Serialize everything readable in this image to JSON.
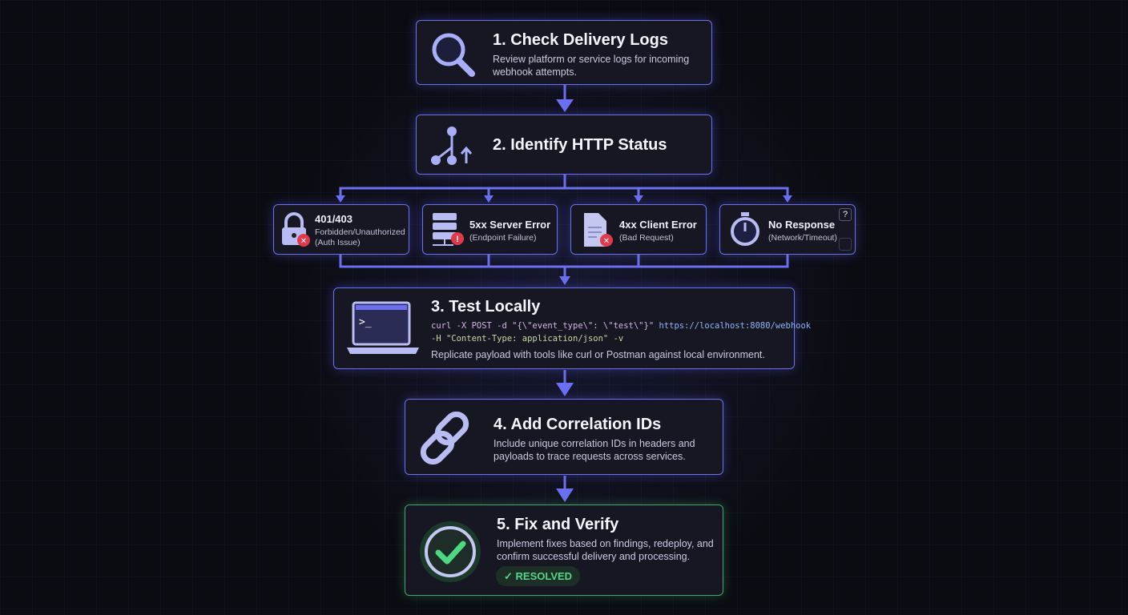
{
  "steps": [
    {
      "title": "1. Check Delivery Logs",
      "desc": "Review platform or service logs for incoming webhook attempts."
    },
    {
      "title": "2. Identify HTTP Status"
    },
    {
      "title": "3. Test Locally",
      "code_line1_cmd": "curl -X POST -d \"{\\\"event_type\\\": \\\"test\\\"}\"",
      "code_line1_url": "https://localhost:8080/webhook",
      "code_line2": "-H \"Content-Type: application/json\" -v",
      "desc": "Replicate payload with tools like curl or Postman against local environment."
    },
    {
      "title": "4. Add Correlation IDs",
      "desc": "Include unique correlation IDs in headers and payloads to trace requests across services."
    },
    {
      "title": "5. Fix and Verify",
      "desc": "Implement fixes based on findings, redeploy, and confirm successful delivery and processing.",
      "badge": "✓ RESOLVED"
    }
  ],
  "statuses": [
    {
      "title": "401/403",
      "desc1": "Forbidden/Unauthorized",
      "desc2": "(Auth Issue)",
      "icon": "lock-icon"
    },
    {
      "title": "5xx Server Error",
      "desc1": "(Endpoint Failure)",
      "icon": "server-icon"
    },
    {
      "title": "4xx Client Error",
      "desc1": "(Bad Request)",
      "icon": "document-icon"
    },
    {
      "title": "No Response",
      "desc1": "(Network/Timeout)",
      "icon": "stopwatch-icon",
      "help": "?"
    }
  ],
  "colors": {
    "accent": "#6b6ff0",
    "success": "#52d68a",
    "error": "#e03a4a"
  }
}
